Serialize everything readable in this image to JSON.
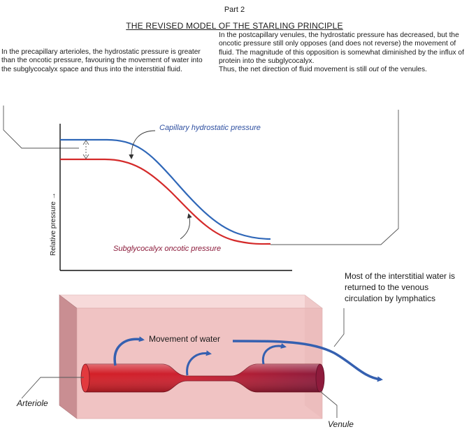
{
  "header": {
    "part": "Part 2",
    "title": "THE REVISED MODEL OF THE STARLING PRINCIPLE"
  },
  "left_text": "In the precapillary arterioles, the hydrostatic pressure is greater than the oncotic pressure, favouring the movement of water into the subglycocalyx space and thus into the interstitial fluid.",
  "right_text": {
    "main": "In the postcapillary venules, the hydrostatic pressure has decreased, but the oncotic pressure still only opposes (and does not reverse) the movement of fluid. The magnitude of this opposition is somewhat diminished by the influx of protein into the subglycocalyx.",
    "last_prefix": "Thus, the net direction of fluid movement is still ",
    "last_emph": "out",
    "last_suffix": " of the venules."
  },
  "graph": {
    "ylabel": "Relative pressure →",
    "hydrostatic_label": "Capillary hydrostatic pressure",
    "oncotic_label": "Subglycocalyx oncotic pressure",
    "colors": {
      "hydrostatic": "#2f67b8",
      "oncotic": "#d42a2a"
    }
  },
  "vessel": {
    "movement_label": "Movement of water",
    "lymphatics_text": "Most of the interstitial water is returned to the venous circulation by lymphatics",
    "arteriole_label": "Arteriole",
    "venule_label": "Venule",
    "colors": {
      "box": "#f2c6c6",
      "arteriole": "#d41f26",
      "venule": "#8e1b3c",
      "arrows": "#3560b0"
    }
  }
}
